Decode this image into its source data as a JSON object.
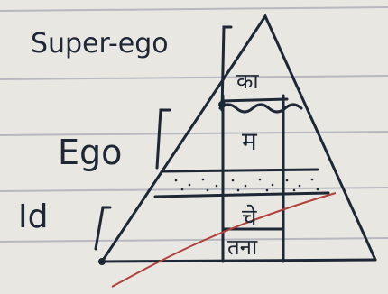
{
  "levels": {
    "superego_label": "Super-ego",
    "ego_label": "Ego",
    "id_label": "Id"
  },
  "inner_text": {
    "top": "का",
    "middle": "म",
    "bottom_line1": "चे",
    "bottom_line2": "तना"
  },
  "colors": {
    "ink": "#1d2735",
    "ruled_line": "#b7b8c0",
    "paper": "#e9e7e1",
    "red_line": "#b0413b"
  }
}
